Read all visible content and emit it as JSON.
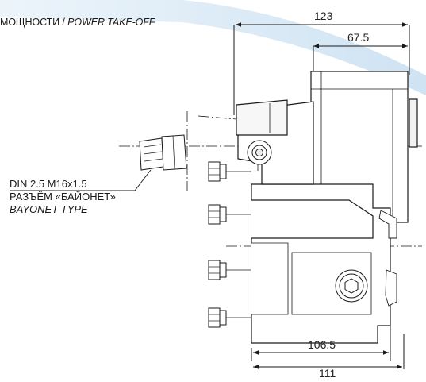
{
  "header": {
    "title_ru": "МОЩНОСТИ /",
    "title_en": "POWER TAKE-OFF"
  },
  "dimensions": {
    "width_overall": "123",
    "width_upper": "67.5",
    "width_bottom_inner": "106.5",
    "width_bottom_outer": "111"
  },
  "callout": {
    "line1": "DIN 2.5 M16x1.5",
    "line2": "РАЗЪЁМ «БАЙОНЕТ»",
    "line3": "BAYONET TYPE"
  },
  "colors": {
    "band": "#dbeaf6",
    "line": "#1a1a1a",
    "grey": "#9a9a9a"
  }
}
